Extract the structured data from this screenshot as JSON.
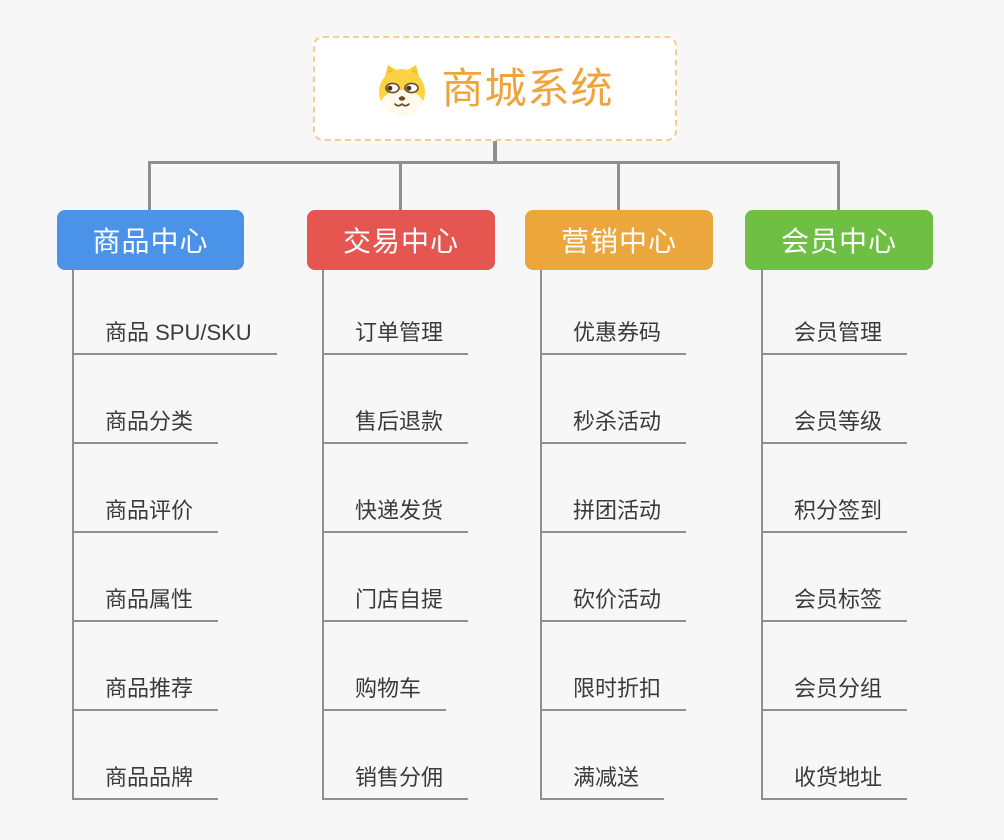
{
  "root": {
    "title": "商城系统",
    "icon": "dog-face-icon"
  },
  "colors": {
    "background": "#F7F7F7",
    "connector": "#8F8F8F",
    "root_border": "#F4CE8F",
    "root_title": "#F0A33B",
    "branch_product": "#4A93E8",
    "branch_trade": "#E4564F",
    "branch_marketing": "#ECA73C",
    "branch_member": "#6FBF45",
    "subtopic_text": "#3B3B3B"
  },
  "branches": [
    {
      "label": "商品中心",
      "color": "#4A93E8",
      "items": [
        "商品 SPU/SKU",
        "商品分类",
        "商品评价",
        "商品属性",
        "商品推荐",
        "商品品牌"
      ]
    },
    {
      "label": "交易中心",
      "color": "#E4564F",
      "items": [
        "订单管理",
        "售后退款",
        "快递发货",
        "门店自提",
        "购物车",
        "销售分佣"
      ]
    },
    {
      "label": "营销中心",
      "color": "#ECA73C",
      "items": [
        "优惠券码",
        "秒杀活动",
        "拼团活动",
        "砍价活动",
        "限时折扣",
        "满减送"
      ]
    },
    {
      "label": "会员中心",
      "color": "#6FBF45",
      "items": [
        "会员管理",
        "会员等级",
        "积分签到",
        "会员标签",
        "会员分组",
        "收货地址"
      ]
    }
  ]
}
